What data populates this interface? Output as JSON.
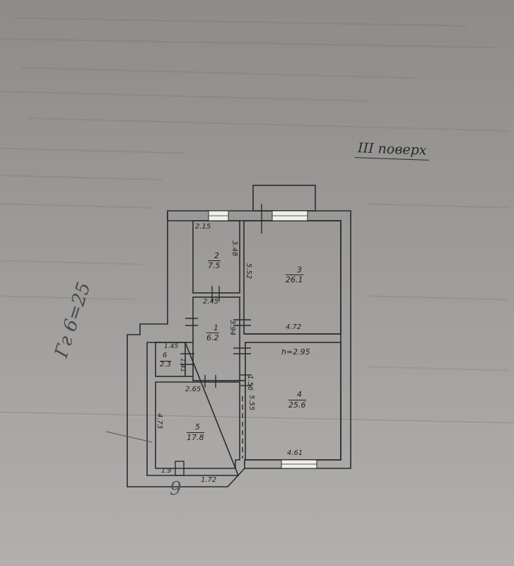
{
  "document": {
    "floor_title": "III поверх",
    "handwritten_note": "Гг 6=25",
    "handwritten_mark": "9"
  },
  "rooms": [
    {
      "number": "2",
      "area": "7.5"
    },
    {
      "number": "3",
      "area": "26.1"
    },
    {
      "number": "1",
      "area": "6.2"
    },
    {
      "number": "6",
      "area": "2.3"
    },
    {
      "number": "4",
      "area": "25.6"
    },
    {
      "number": "5",
      "area": "17.8"
    }
  ],
  "dimensions": {
    "room2_width": "2.15",
    "room2_height": "3.48",
    "room1_width": "2.45",
    "room3_height": "5.52",
    "room3_width": "4.72",
    "room1_height": "3.94",
    "room6_width": "1.45",
    "room6_height": "1.41",
    "room1_bottom": "2.65",
    "corridor_height": "1.56",
    "room4_ceiling": "h=2.95",
    "room4_height": "5.55",
    "room5_height": "4.73",
    "room4_width": "4.61",
    "room5_small_width": "1.9",
    "room5_width": "1.72"
  },
  "colors": {
    "ink": "#2b2b2b",
    "paper": "#9a9896"
  }
}
